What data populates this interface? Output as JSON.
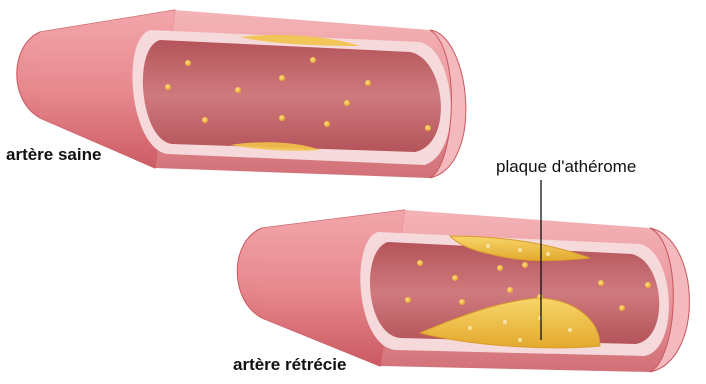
{
  "labels": {
    "healthy": "artère saine",
    "narrowed": "artère rétrécie",
    "plaque": "plaque d'athérome"
  },
  "colors": {
    "outer_wall": "#e7888e",
    "outer_wall_dark": "#c9565f",
    "inner_wall": "#f6d9da",
    "lumen": "#c5656a",
    "lumen_dark": "#a9474f",
    "plaque": "#f2c24a",
    "plaque_dark": "#d89c2a",
    "particle": "#f5c64a",
    "text": "#111111"
  }
}
